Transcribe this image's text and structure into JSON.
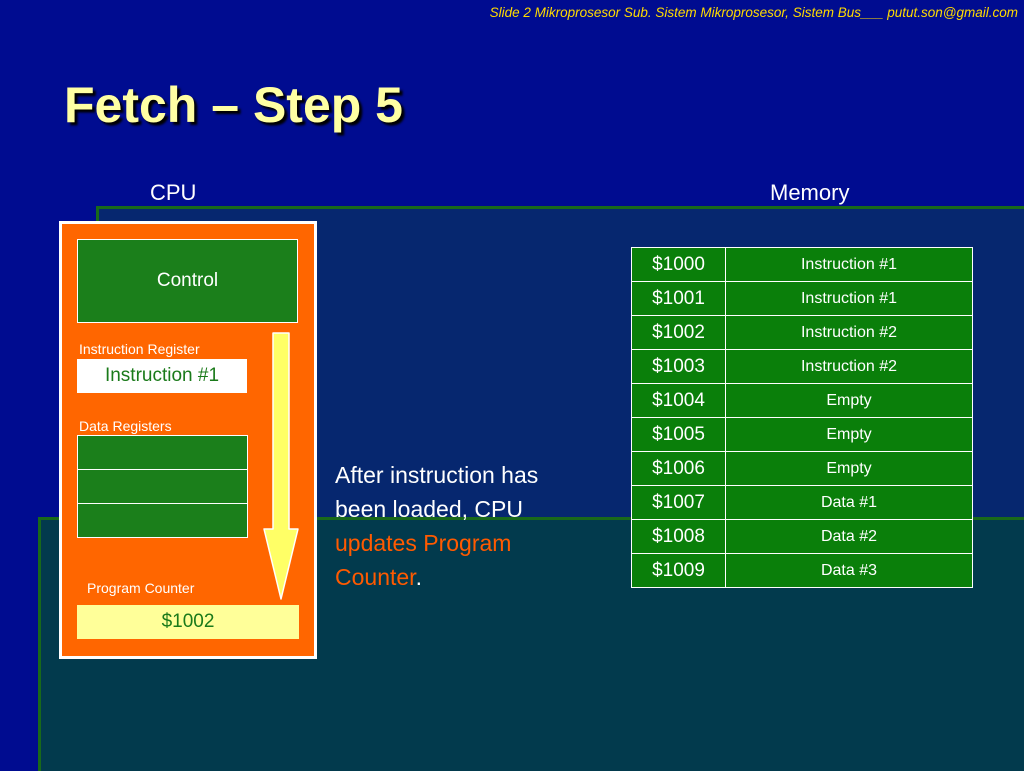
{
  "header": {
    "text": "Slide 2 Mikroprosesor Sub. Sistem Mikroprosesor, Sistem Bus___ putut.son@gmail.com"
  },
  "slide": {
    "title": "Fetch – Step 5"
  },
  "labels": {
    "cpu": "CPU",
    "memory": "Memory"
  },
  "cpu": {
    "control": "Control",
    "instruction_register_label": "Instruction Register",
    "instruction_register_value": "Instruction #1",
    "data_registers_label": "Data Registers",
    "program_counter_label": "Program Counter",
    "program_counter_value": "$1002"
  },
  "note": {
    "part1": "After instruction has been loaded, CPU ",
    "highlight": "updates Program Counter",
    "part2": "."
  },
  "memory": {
    "rows": [
      {
        "address": "$1000",
        "content": "Instruction #1"
      },
      {
        "address": "$1001",
        "content": "Instruction #1"
      },
      {
        "address": "$1002",
        "content": "Instruction #2"
      },
      {
        "address": "$1003",
        "content": "Instruction #2"
      },
      {
        "address": "$1004",
        "content": "Empty"
      },
      {
        "address": "$1005",
        "content": "Empty"
      },
      {
        "address": "$1006",
        "content": "Empty"
      },
      {
        "address": "$1007",
        "content": "Data #1"
      },
      {
        "address": "$1008",
        "content": "Data #2"
      },
      {
        "address": "$1009",
        "content": "Data #3"
      }
    ]
  },
  "colors": {
    "background": "#000c90",
    "cpu_box": "#ff6600",
    "register_green": "#1b7f1b",
    "program_counter_fill": "#ffff99",
    "arrow": "#ffff66",
    "highlight_text": "#ff5a00",
    "title": "#ffffa3"
  }
}
